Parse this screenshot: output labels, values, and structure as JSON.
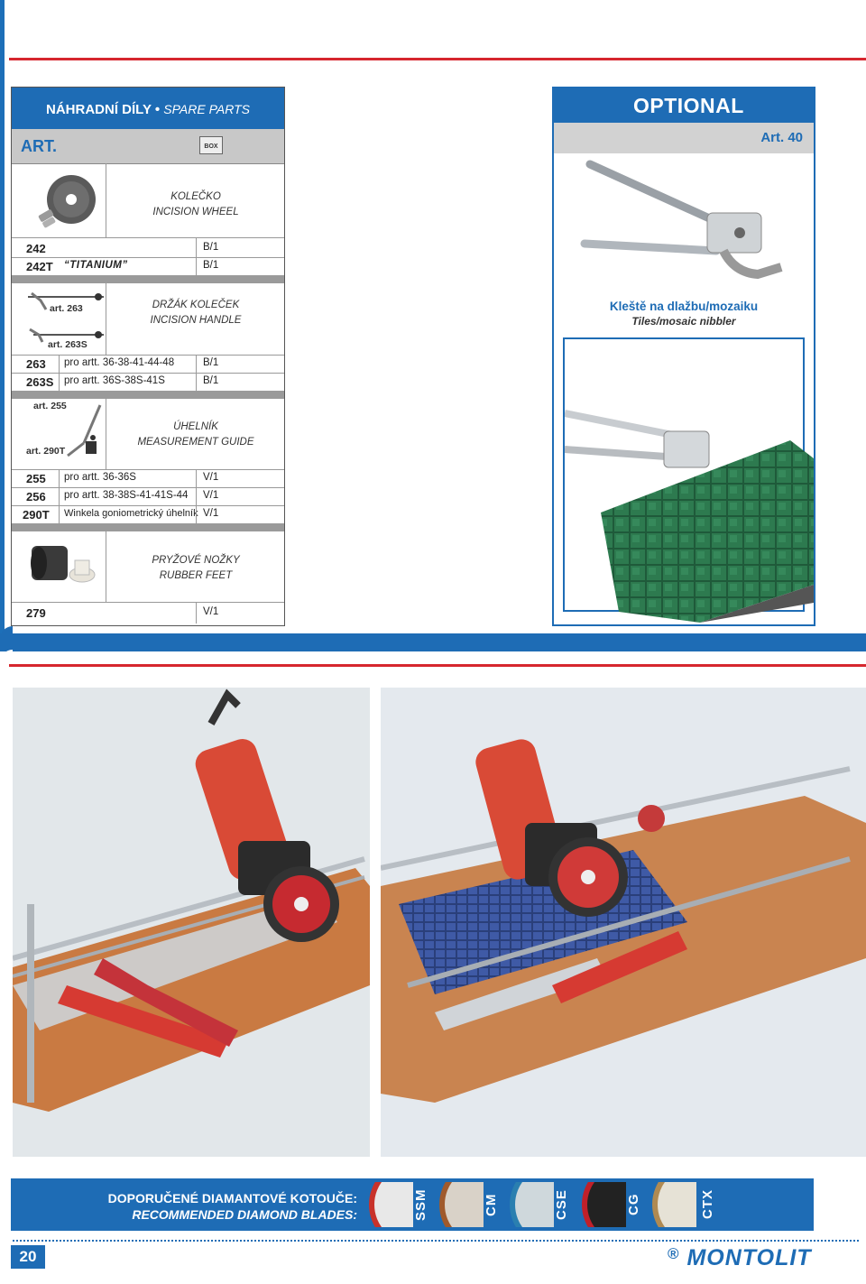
{
  "spare_parts": {
    "title": "NÁHRADNÍ DÍLY",
    "title_sep": "•",
    "title_en": "SPARE PARTS",
    "art_label": "ART.",
    "box_icon_label": "BOX",
    "incision_wheel": {
      "desc_cz": "KOLEČKO",
      "desc_en": "INCISION WHEEL",
      "rows": [
        {
          "code": "242",
          "text": "",
          "box": "B/1"
        },
        {
          "code": "242T",
          "text": "“TITANIUM”",
          "box": "B/1"
        }
      ]
    },
    "incision_handle": {
      "label_a": "art. 263",
      "label_b": "art. 263S",
      "desc_cz": "DRŽÁK KOLEČEK",
      "desc_en": "INCISION HANDLE",
      "rows": [
        {
          "code": "263",
          "text": "pro artt. 36-38-41-44-48",
          "box": "B/1"
        },
        {
          "code": "263S",
          "text": "pro artt. 36S-38S-41S",
          "box": "B/1"
        }
      ]
    },
    "measurement_guide": {
      "label_a": "art. 255",
      "label_b": "art. 290T",
      "desc_cz": "ÚHELNÍK",
      "desc_en": "MEASUREMENT GUIDE",
      "rows": [
        {
          "code": "255",
          "text": "pro artt. 36-36S",
          "box": "V/1"
        },
        {
          "code": "256",
          "text": "pro artt. 38-38S-41-41S-44",
          "box": "V/1"
        },
        {
          "code": "290T",
          "text": "Winkela goniometrický úhelník",
          "box": "V/1"
        }
      ]
    },
    "rubber_feet": {
      "desc_cz": "PRYŽOVÉ NOŽKY",
      "desc_en": "RUBBER FEET",
      "rows": [
        {
          "code": "279",
          "text": "",
          "box": "V/1"
        }
      ]
    }
  },
  "optional": {
    "title": "OPTIONAL",
    "art": "Art. 40",
    "name_cz": "Kleště na dlažbu/mozaiku",
    "name_en": "Tiles/mosaic nibbler"
  },
  "blades": {
    "line1": "DOPORUČENÉ DIAMANTOVÉ KOTOUČE:",
    "line2": "RECOMMENDED DIAMOND BLADES:",
    "items": [
      {
        "name": "SSM",
        "color": "#e8e8e8",
        "rim": "#c8322a"
      },
      {
        "name": "CM",
        "color": "#d9d2c8",
        "rim": "#a05a2c"
      },
      {
        "name": "CSE",
        "color": "#cfd8dc",
        "rim": "#2a7fb0"
      },
      {
        "name": "CG",
        "color": "#222222",
        "rim": "#c0202a"
      },
      {
        "name": "CTX",
        "color": "#e6e2d6",
        "rim": "#b08a52"
      }
    ]
  },
  "footer": {
    "page_number": "20",
    "brand": "MONTOLIT",
    "reg": "®"
  },
  "colors": {
    "brand_blue": "#1e6cb5",
    "accent_red": "#d6262e"
  }
}
